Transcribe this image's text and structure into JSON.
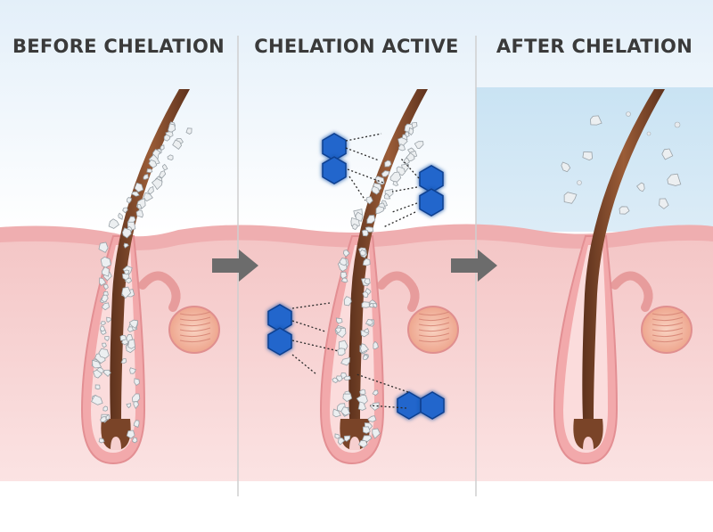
{
  "panels": [
    {
      "title": "BEFORE CHELATION"
    },
    {
      "title": "CHELATION ACTIVE"
    },
    {
      "title": "AFTER CHELATION"
    }
  ],
  "colors": {
    "sky_top": "#eaf3fb",
    "sky_after": "#cfe6f4",
    "skin_surface": "#f0b2b2",
    "skin_inner": "#f6cfcf",
    "hair": "#7a4428",
    "hair_light": "#a0623c",
    "deposit": "#e9ecee",
    "chelator": "#1f63c9",
    "arrow": "#6c6c6c",
    "gland": "#f2b8a0"
  },
  "icons": {
    "arrow_between_panels": "arrow-right-icon",
    "chelator": "hexagon-molecule-icon",
    "deposit": "mineral-crystal-icon"
  }
}
